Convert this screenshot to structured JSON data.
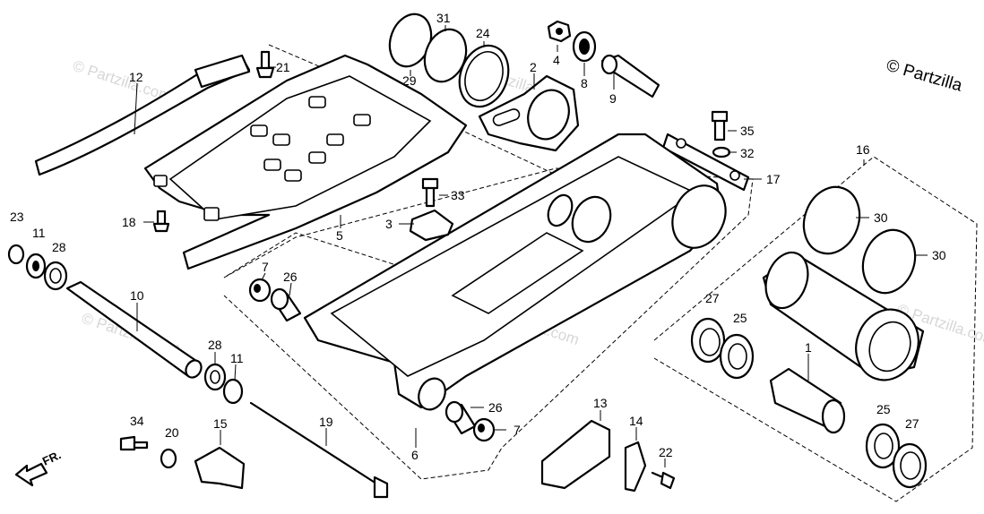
{
  "copyright": "© Partzilla",
  "watermark": "© Partzilla.com",
  "direction_label": "FR.",
  "callouts": {
    "c1": "1",
    "c2": "2",
    "c3": "3",
    "c4": "4",
    "c5": "5",
    "c6": "6",
    "c7a": "7",
    "c7b": "7",
    "c8": "8",
    "c9": "9",
    "c10": "10",
    "c11a": "11",
    "c11b": "11",
    "c12": "12",
    "c13": "13",
    "c14": "14",
    "c15": "15",
    "c16": "16",
    "c17": "17",
    "c18": "18",
    "c19": "19",
    "c20": "20",
    "c21": "21",
    "c22": "22",
    "c23": "23",
    "c24": "24",
    "c25a": "25",
    "c25b": "25",
    "c26a": "26",
    "c26b": "26",
    "c27a": "27",
    "c27b": "27",
    "c28a": "28",
    "c28b": "28",
    "c29": "29",
    "c30a": "30",
    "c30b": "30",
    "c31": "31",
    "c32": "32",
    "c33": "33",
    "c34": "34",
    "c35": "35"
  }
}
